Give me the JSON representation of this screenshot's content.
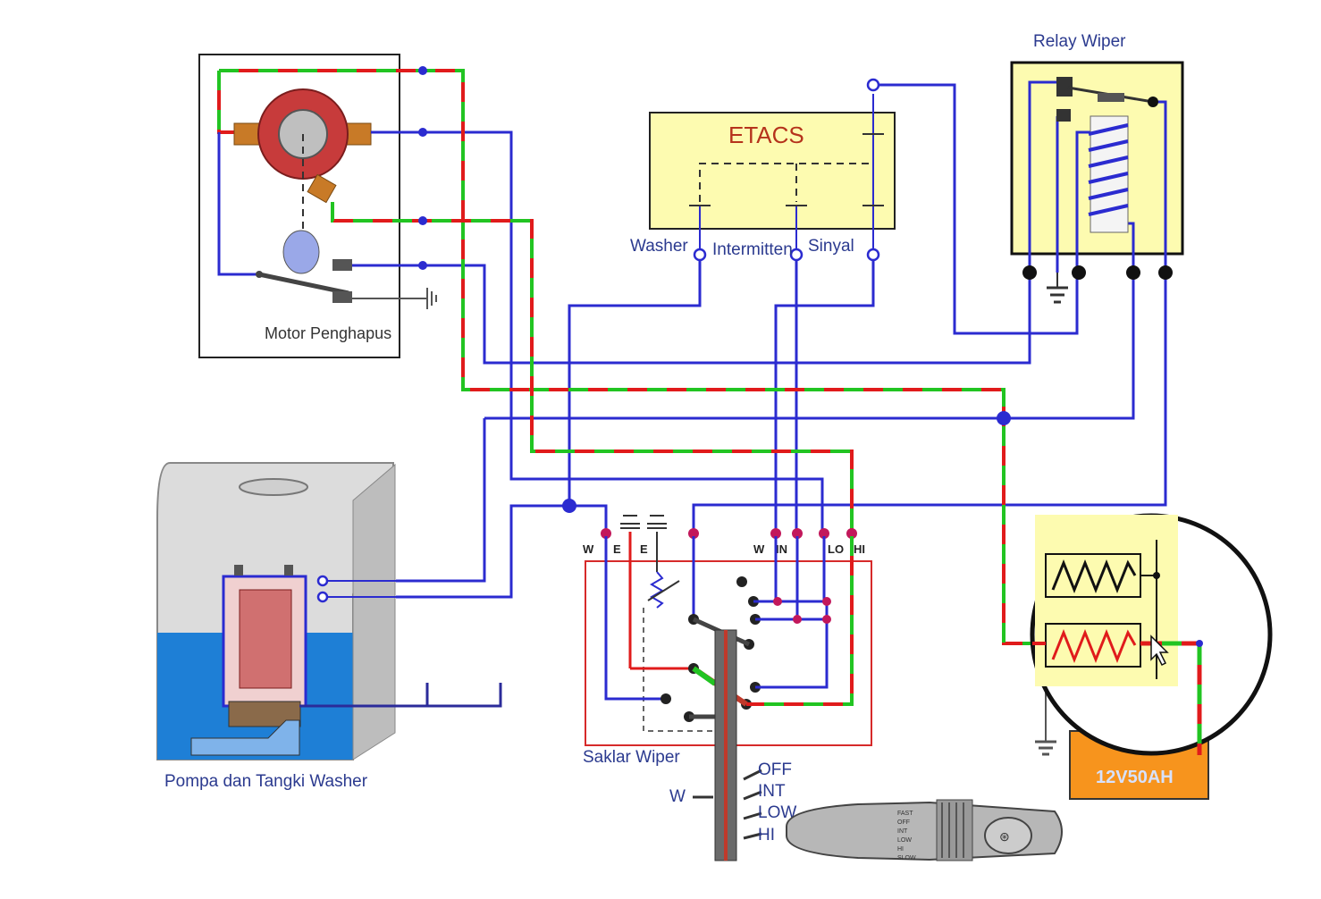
{
  "labels": {
    "motor": "Motor Penghapus",
    "relay": "Relay Wiper",
    "etacs": "ETACS",
    "washer": "Washer",
    "intermitten": "Intermitten",
    "sinyal": "Sinyal",
    "pump": "Pompa dan Tangki Washer",
    "switch": "Saklar Wiper",
    "battery": "12V50AH"
  },
  "switch_terminals": [
    "W",
    "E",
    "E",
    "W",
    "IN",
    "LO",
    "HI"
  ],
  "switch_positions": [
    "OFF",
    "INT",
    "LOW",
    "HI"
  ],
  "stalk_label": "W",
  "stalk_marks": [
    "FAST",
    "OFF",
    "INT",
    "LOW",
    "HI",
    "SLOW"
  ],
  "colors": {
    "wire_blue": "#2b2bd0",
    "wire_red": "#e01b1b",
    "wire_green": "#22c422",
    "etacs_fill": "#fdfbb0",
    "battery_fill": "#f7941d",
    "water": "#1e7fd6"
  }
}
